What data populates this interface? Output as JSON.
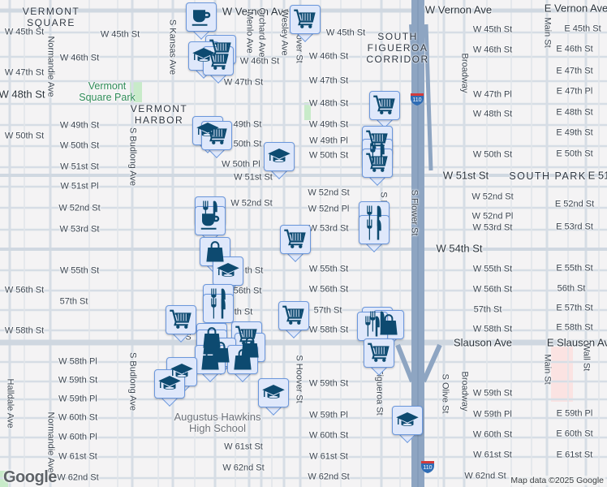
{
  "map": {
    "colors": {
      "background": "#f4f3f4",
      "street": "#d6dde5",
      "freeway": "#8ea5c2",
      "marker_fill": "#dfe8fb",
      "marker_border": "#6b97dc",
      "icon": "#0d4a70",
      "park": "#c8ebc9"
    },
    "neighborhoods": [
      "VERMONT SQUARE",
      "VERMONT HARBOR",
      "SOUTH FIGUEROA CORRIDOR",
      "SOUTH PARK"
    ],
    "park_label": "Vermont Square Park",
    "poi_label": "Augustus Hawkins High School",
    "highway_shield": "110",
    "street_labels": [
      "W Vernon Ave",
      "W Vernon Ave",
      "E Vernon Ave",
      "W 45th St",
      "W 45th St",
      "W 45th St",
      "W 45th St",
      "E 45th St",
      "W 46th St",
      "W 46th St",
      "W 46th St",
      "W 46th St",
      "E 46th St",
      "W 47th St",
      "W 47th St",
      "W 47th St",
      "E 47th St",
      "W 47th Pl",
      "E 47th Pl",
      "W 48th St",
      "W 48th St",
      "W 48th St",
      "E 48th St",
      "W 49th St",
      "49th St",
      "W 49th St",
      "W 49th Pl",
      "E 49th St",
      "W 50th St",
      "W 50th St",
      "50th St",
      "W 50th Pl",
      "W 50th St",
      "W 50th St",
      "E 50th St",
      "W 51st St",
      "W 51st St",
      "W 51st St",
      "E 51",
      "W 51st Pl",
      "W 52nd St",
      "W 52nd St",
      "W 52nd St",
      "W 52nd St",
      "E 52nd St",
      "W 52nd Pl",
      "W 52nd Pl",
      "W 53rd St",
      "W 53rd St",
      "W 53rd St",
      "E 53rd St",
      "W 54th St",
      "W 55th St",
      "th St",
      "W 55th St",
      "W 55th St",
      "E 55th St",
      "W 56th St",
      "56th St",
      "W 56th St",
      "W 56th St",
      "56th St",
      "57th St",
      "th St",
      "57th St",
      "57th St",
      "E 57th St",
      "W 58th St",
      "W 58th St",
      "W 58th St",
      "E 58th St",
      "Slauson Ave",
      "E Slauson Ave",
      "W 58th Pl",
      "W 59th St",
      "S",
      "W 59th St",
      "W 59th St",
      "W 59th Pl",
      "W 59th Pl",
      "W 59th Pl",
      "E 59th Pl",
      "W 60th St",
      "W 60th St",
      "W 60th St",
      "E 60th St",
      "W 60th Pl",
      "W 61st St",
      "W 61st St",
      "W 61st St",
      "W 61st St",
      "E 61st St",
      "W 62nd St",
      "W 62nd St",
      "W 62nd St",
      "W 62nd St",
      "Normandie Ave",
      "Normandie Ave",
      "S Budlong Ave",
      "S Budlong Ave",
      "S Kansas Ave",
      "Halldale Ave",
      "Menlo Ave",
      "Orchard Ave",
      "Wesley Ave",
      "S Hoover St",
      "S Hoover St",
      "S Figueroa St",
      "S Fi",
      "S Flower St",
      "Broadway",
      "Broadway",
      "Main St",
      "Main St",
      "Wall St",
      "S Olive St"
    ],
    "markers": [
      "coffee",
      "cart",
      "cart",
      "school",
      "cart",
      "cart",
      "school",
      "cart",
      "school",
      "cart",
      "restaurant",
      "cart",
      "restaurant",
      "coffee",
      "cart",
      "restaurant",
      "restaurant",
      "shopping",
      "school",
      "restaurant",
      "restaurant",
      "cart",
      "cart",
      "restaurant",
      "shopping",
      "restaurant",
      "cart",
      "school",
      "shopping",
      "shopping",
      "cart",
      "shopping",
      "shopping",
      "shopping",
      "shopping",
      "school",
      "school",
      "school"
    ],
    "logo": "Google",
    "attribution": "Map data ©2025 Google"
  }
}
